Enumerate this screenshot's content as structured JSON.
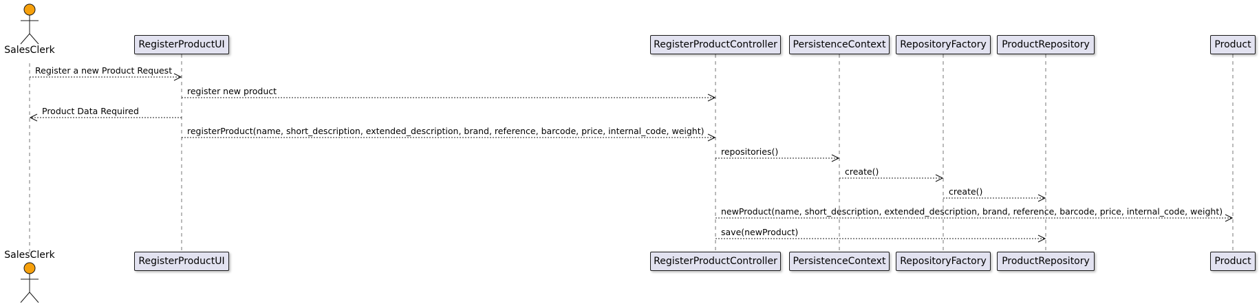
{
  "participants": [
    {
      "id": "salesclerk",
      "name": "SalesClerk",
      "kind": "actor"
    },
    {
      "id": "ui",
      "name": "RegisterProductUI",
      "kind": "participant"
    },
    {
      "id": "controller",
      "name": "RegisterProductController",
      "kind": "participant"
    },
    {
      "id": "persistence",
      "name": "PersistenceContext",
      "kind": "participant"
    },
    {
      "id": "factory",
      "name": "RepositoryFactory",
      "kind": "participant"
    },
    {
      "id": "repo",
      "name": "ProductRepository",
      "kind": "participant"
    },
    {
      "id": "product",
      "name": "Product",
      "kind": "participant"
    }
  ],
  "messages": [
    {
      "from": "salesclerk",
      "to": "ui",
      "label": "Register a new Product Request"
    },
    {
      "from": "ui",
      "to": "controller",
      "label": "register new product"
    },
    {
      "from": "ui",
      "to": "salesclerk",
      "label": "Product Data Required"
    },
    {
      "from": "ui",
      "to": "controller",
      "label": "registerProduct(name, short_description, extended_description, brand, reference, barcode, price, internal_code, weight)"
    },
    {
      "from": "controller",
      "to": "persistence",
      "label": "repositories()"
    },
    {
      "from": "persistence",
      "to": "factory",
      "label": "create()"
    },
    {
      "from": "factory",
      "to": "repo",
      "label": "create()"
    },
    {
      "from": "controller",
      "to": "product",
      "label": "newProduct(name, short_description, extended_description, brand, reference, barcode, price, internal_code, weight)"
    },
    {
      "from": "controller",
      "to": "repo",
      "label": "save(newProduct)"
    }
  ],
  "colors": {
    "actor_fill": "#f6a00c",
    "box_fill": "#e2e2f0",
    "line": "#181818"
  }
}
